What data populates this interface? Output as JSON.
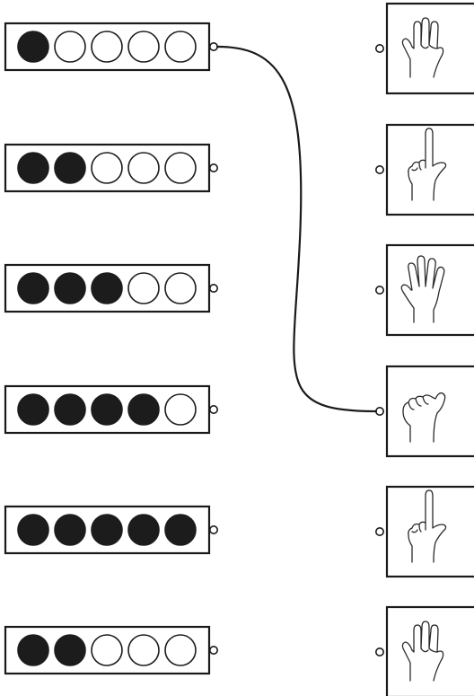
{
  "worksheet": {
    "dot_strips": [
      {
        "filled": 1,
        "total": 5
      },
      {
        "filled": 2,
        "total": 5
      },
      {
        "filled": 3,
        "total": 5
      },
      {
        "filled": 4,
        "total": 5
      },
      {
        "filled": 5,
        "total": 5
      },
      {
        "filled": 2,
        "total": 5
      }
    ],
    "hand_cards": [
      {
        "fingers": 3,
        "icon": "three-fingers-hand-icon"
      },
      {
        "fingers": 2,
        "icon": "thumb-and-index-hand-icon"
      },
      {
        "fingers": 5,
        "icon": "open-hand-icon"
      },
      {
        "fingers": 1,
        "icon": "thumbs-up-hand-icon"
      },
      {
        "fingers": 2,
        "icon": "thumb-and-index-hand-icon"
      },
      {
        "fingers": 3,
        "icon": "three-fingers-hand-icon"
      }
    ],
    "connections": [
      {
        "from_strip": 0,
        "to_card": 3
      }
    ]
  }
}
